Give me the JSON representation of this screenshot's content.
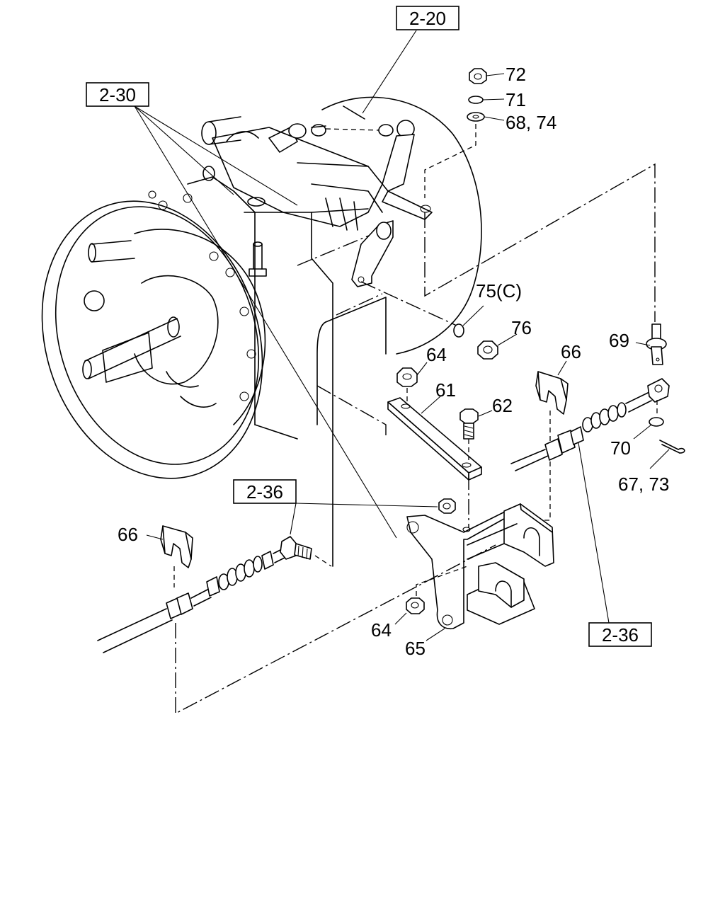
{
  "refs": {
    "r_2_20": "2-20",
    "r_2_30": "2-30",
    "r_2_36_left": "2-36",
    "r_2_36_right": "2-36"
  },
  "labels": {
    "p72": "72",
    "p71": "71",
    "p68_74": "68, 74",
    "p75c": "75(C)",
    "p76": "76",
    "p69": "69",
    "p64_top": "64",
    "p66_right": "66",
    "p61": "61",
    "p62": "62",
    "p70": "70",
    "p67_73": "67, 73",
    "p66_left": "66",
    "p64_bottom": "64",
    "p65": "65"
  }
}
